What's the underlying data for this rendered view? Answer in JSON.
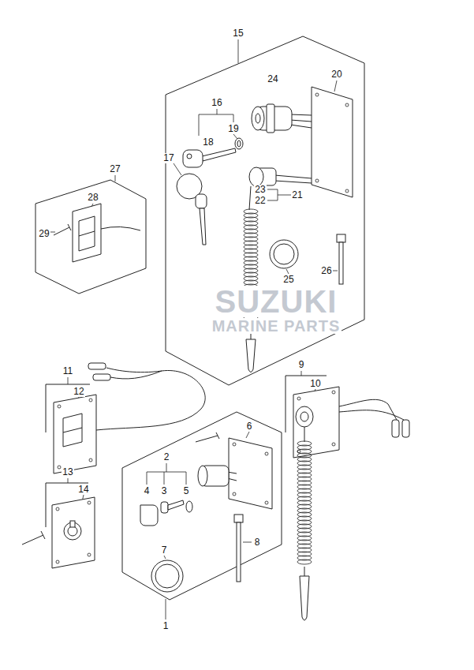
{
  "diagram": {
    "labels": [
      "15",
      "20",
      "24",
      "16",
      "19",
      "18",
      "17",
      "23",
      "21",
      "22",
      "27",
      "28",
      "29",
      "25",
      "26",
      "SUZUKI",
      "MARINE PARTS",
      "11",
      "12",
      "9",
      "10",
      "6",
      "2",
      "4",
      "3",
      "5",
      "13",
      "14",
      "8",
      "7",
      "1"
    ]
  }
}
